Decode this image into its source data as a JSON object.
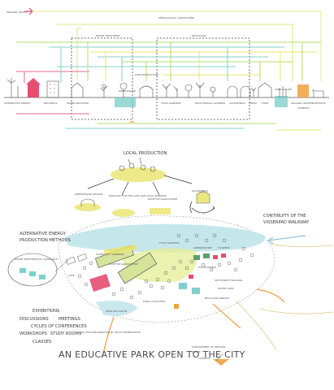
{
  "flow": {
    "top_label": "ORGANIC WASTE",
    "line_labels": [
      "PEDAGOGICAL LANDSCAPING",
      "WATER TREATMENT",
      "EDUCATION",
      "WORKSHOPS"
    ],
    "nodes": [
      "ALTERNATIVE ENERGY",
      "BUILDINGS",
      "WATER RECOVERY",
      "GREENHOUSE",
      "OWN PRODUCTION",
      "FOOD GARDENS",
      "EDUCATIONAL GARDENS",
      "AQUAPONICS",
      "FRESH",
      "FARM",
      "AGRICULTURE",
      "ORGANIC WASTES",
      "COMPOST",
      "LIVESTOCK"
    ]
  },
  "diagram": {
    "title": "AN EDUCATIVE PARK OPEN TO THE CITY",
    "local_production": "LOCAL PRODUCTION",
    "production_items": [
      "GREENHOUSE GROWN",
      "PRODUCE FOR THE CAFE AND LOCAL MARKETS",
      "ROOFTOP AGRICULTURE",
      "AQUAPONICS"
    ],
    "continuity": [
      "CONTINUITY OF THE",
      "VISSERPAD WALKWAY"
    ],
    "energy": [
      "ALTERNATIVE ENERGY",
      "PRODUCTION METHODS"
    ],
    "water_treatment": "WATER TREATMENT BY CAPILLARITY",
    "activities": [
      "EXHIBITIONS",
      "DISCUSSIONS",
      "MEETINGS",
      "CYCLES OF CONFERENCES",
      "WORKSHOPS",
      "STUDY ROOMS",
      "CLASSES"
    ],
    "site_labels": [
      "COMMUNITY GARDENS",
      "GREENHOUSES",
      "FLOWERS",
      "ROOFTOP AGRICULTURE",
      "FOOD GARDENS",
      "PUBLIC FACILITIES",
      "OPEN-AIR FORUM",
      "ECO BUSINESS",
      "SOUTHWEST WALKING",
      "WATER FARM",
      "RECYCLING LIBRARY",
      "CAFE",
      "SOIL DECONTAMINATION BY PHYTO-REMEDIATION"
    ],
    "waste": [
      "MANAGEMENT OF ORGANIC",
      "WASTE",
      "COMPOST"
    ]
  },
  "colors": {
    "flow_green": "#b5dc6a",
    "flow_teal": "#7fd0cc",
    "flow_yellow": "#e8e46a",
    "flow_pink": "#e46a8c",
    "flow_orange": "#f0a040",
    "building_pink": "#e64d6f",
    "water": "#bfe4ea",
    "grass": "#e6ee9a",
    "building_green": "#d6e39a",
    "ink": "#3a3a3a"
  }
}
